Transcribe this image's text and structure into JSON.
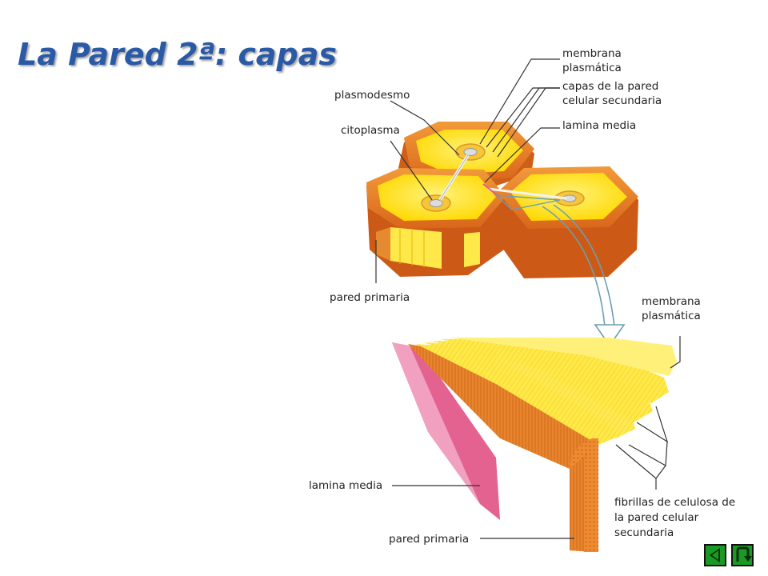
{
  "title": "La Pared 2ª: capas",
  "labels": {
    "membrana_top_1": "membrana",
    "membrana_top_2": "plasmática",
    "capas_1": "capas de la pared",
    "capas_2": "celular secundaria",
    "plasmodesmo": "plasmodesmo",
    "citoplasma": "citoplasma",
    "lamina_media_top": "lamina media",
    "pared_primaria_top": "pared primaria",
    "membrana_right_1": "membrana",
    "membrana_right_2": "plasmática",
    "lamina_media_bottom": "lamina media",
    "fibrillas_1": "fibrillas de celulosa de",
    "fibrillas_2": "la pared celular",
    "fibrillas_3": "secundaria",
    "pared_primaria_bottom": "pared primaria"
  },
  "nav": {
    "prev": "previous-slide",
    "next": "return-slide"
  },
  "colors": {
    "title": "#2a5aa6",
    "cell_wall": "#e07a22",
    "cytoplasm": "#ffe000",
    "lamina_media": "#e55a8e",
    "nav_green": "#1a9a24"
  }
}
